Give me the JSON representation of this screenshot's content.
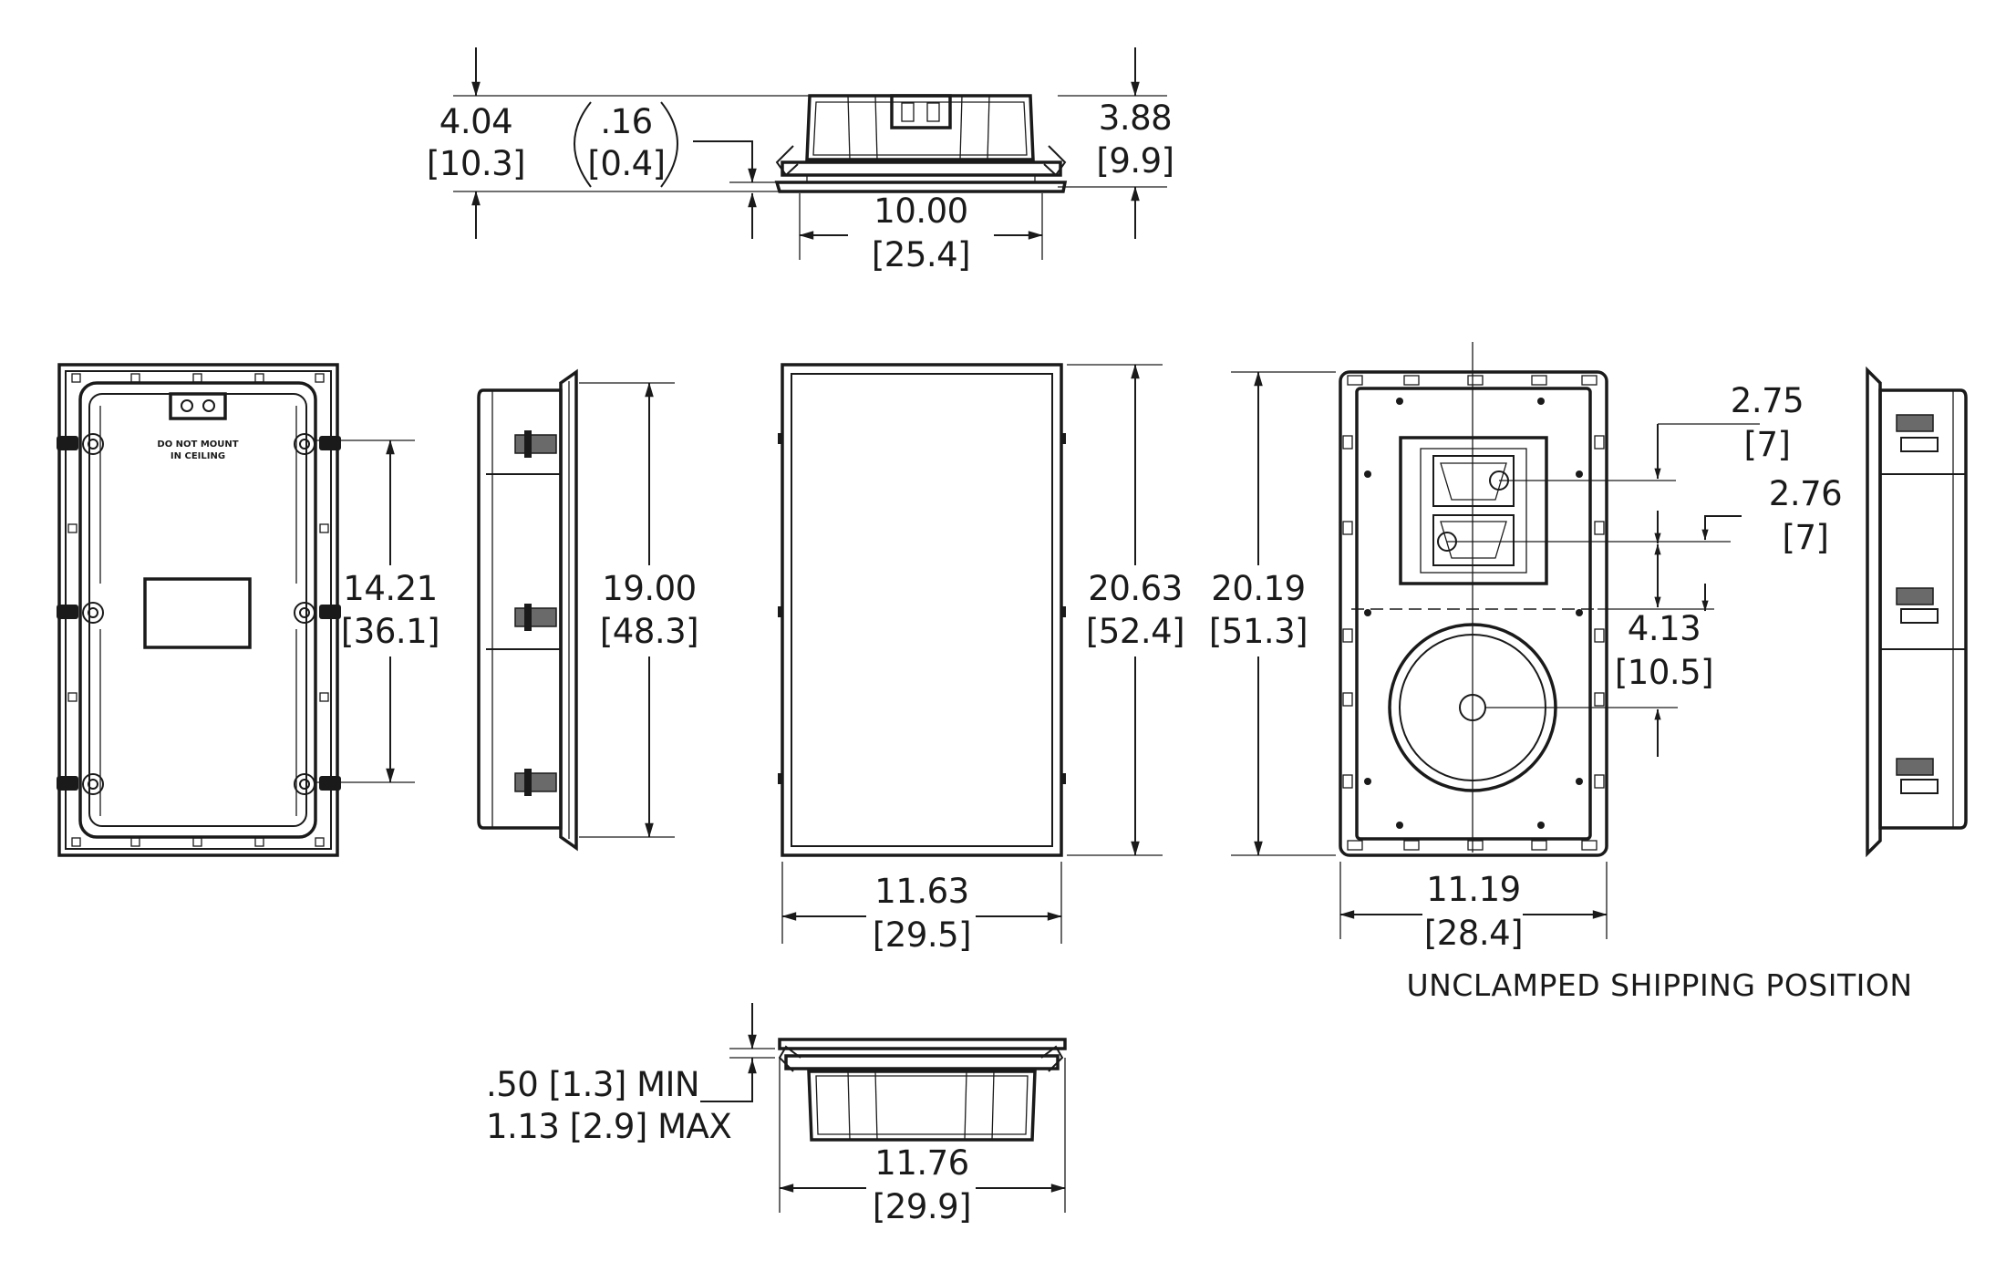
{
  "dimensions": {
    "depth_total": "4.04",
    "depth_total_mm": "[10.3]",
    "flange": ".16",
    "flange_mm": "[0.4]",
    "depth_body": "3.88",
    "depth_body_mm": "[9.9]",
    "top_width": "10.00",
    "top_width_mm": "[25.4]",
    "clamp_spacing": "14.21",
    "clamp_spacing_mm": "[36.1]",
    "side_height": "19.00",
    "side_height_mm": "[48.3]",
    "grille_height": "20.63",
    "grille_height_mm": "[52.4]",
    "grille_width": "11.63",
    "grille_width_mm": "[29.5]",
    "front_height": "20.19",
    "front_height_mm": "[51.3]",
    "front_width": "11.19",
    "front_width_mm": "[28.4]",
    "tweeter_upper": "2.75",
    "tweeter_upper_mm": "[7]",
    "tweeter_lower": "2.76",
    "tweeter_lower_mm": "[7]",
    "woofer_offset": "4.13",
    "woofer_offset_mm": "[10.5]",
    "bottom_width": "11.76",
    "bottom_width_mm": "[29.9]",
    "wall_min": ".50 [1.3] MIN",
    "wall_max": "1.13 [2.9] MAX"
  },
  "notes": {
    "shipping": "UNCLAMPED SHIPPING POSITION",
    "mount_line1": "DO NOT MOUNT",
    "mount_line2": "IN CEILING"
  }
}
